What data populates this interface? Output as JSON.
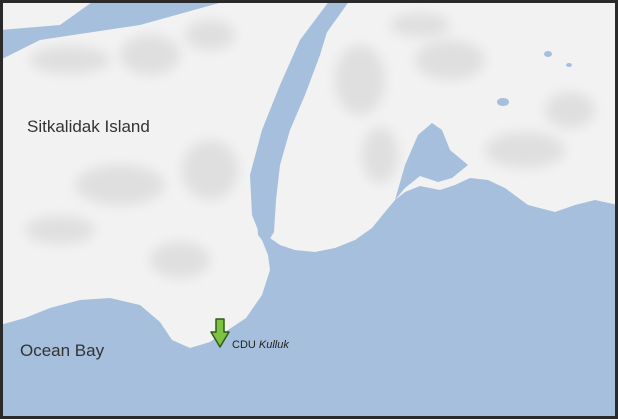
{
  "map": {
    "colors": {
      "water": "#a6bfdc",
      "land": "#f2f2f2",
      "terrain": "#e1e1e1",
      "frame": "#2a2a2a",
      "marker": "#7dc242",
      "marker_outline": "#2f5d12"
    },
    "labels": {
      "island": "Sitkalidak Island",
      "bay": "Ocean Bay"
    },
    "marker": {
      "icon": "green-down-arrow-marker-icon",
      "prefix": "CDU",
      "vessel": "Kulluk"
    }
  }
}
